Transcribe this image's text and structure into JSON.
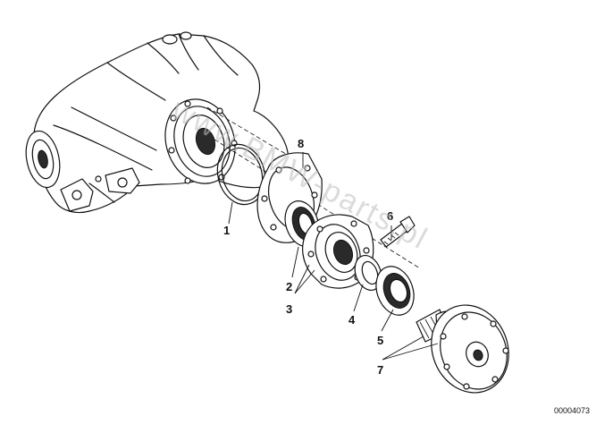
{
  "diagram": {
    "part_numbers": {
      "p1": "1",
      "p2": "2",
      "p3": "3",
      "p4": "4",
      "p5": "5",
      "p6": "6",
      "p7": "7",
      "p8": "8"
    },
    "reference_code": "00004073",
    "watermark": "www.BMW-parts.pl",
    "colors": {
      "line": "#111111",
      "background": "#ffffff",
      "watermark": "#bdbdbd"
    }
  }
}
